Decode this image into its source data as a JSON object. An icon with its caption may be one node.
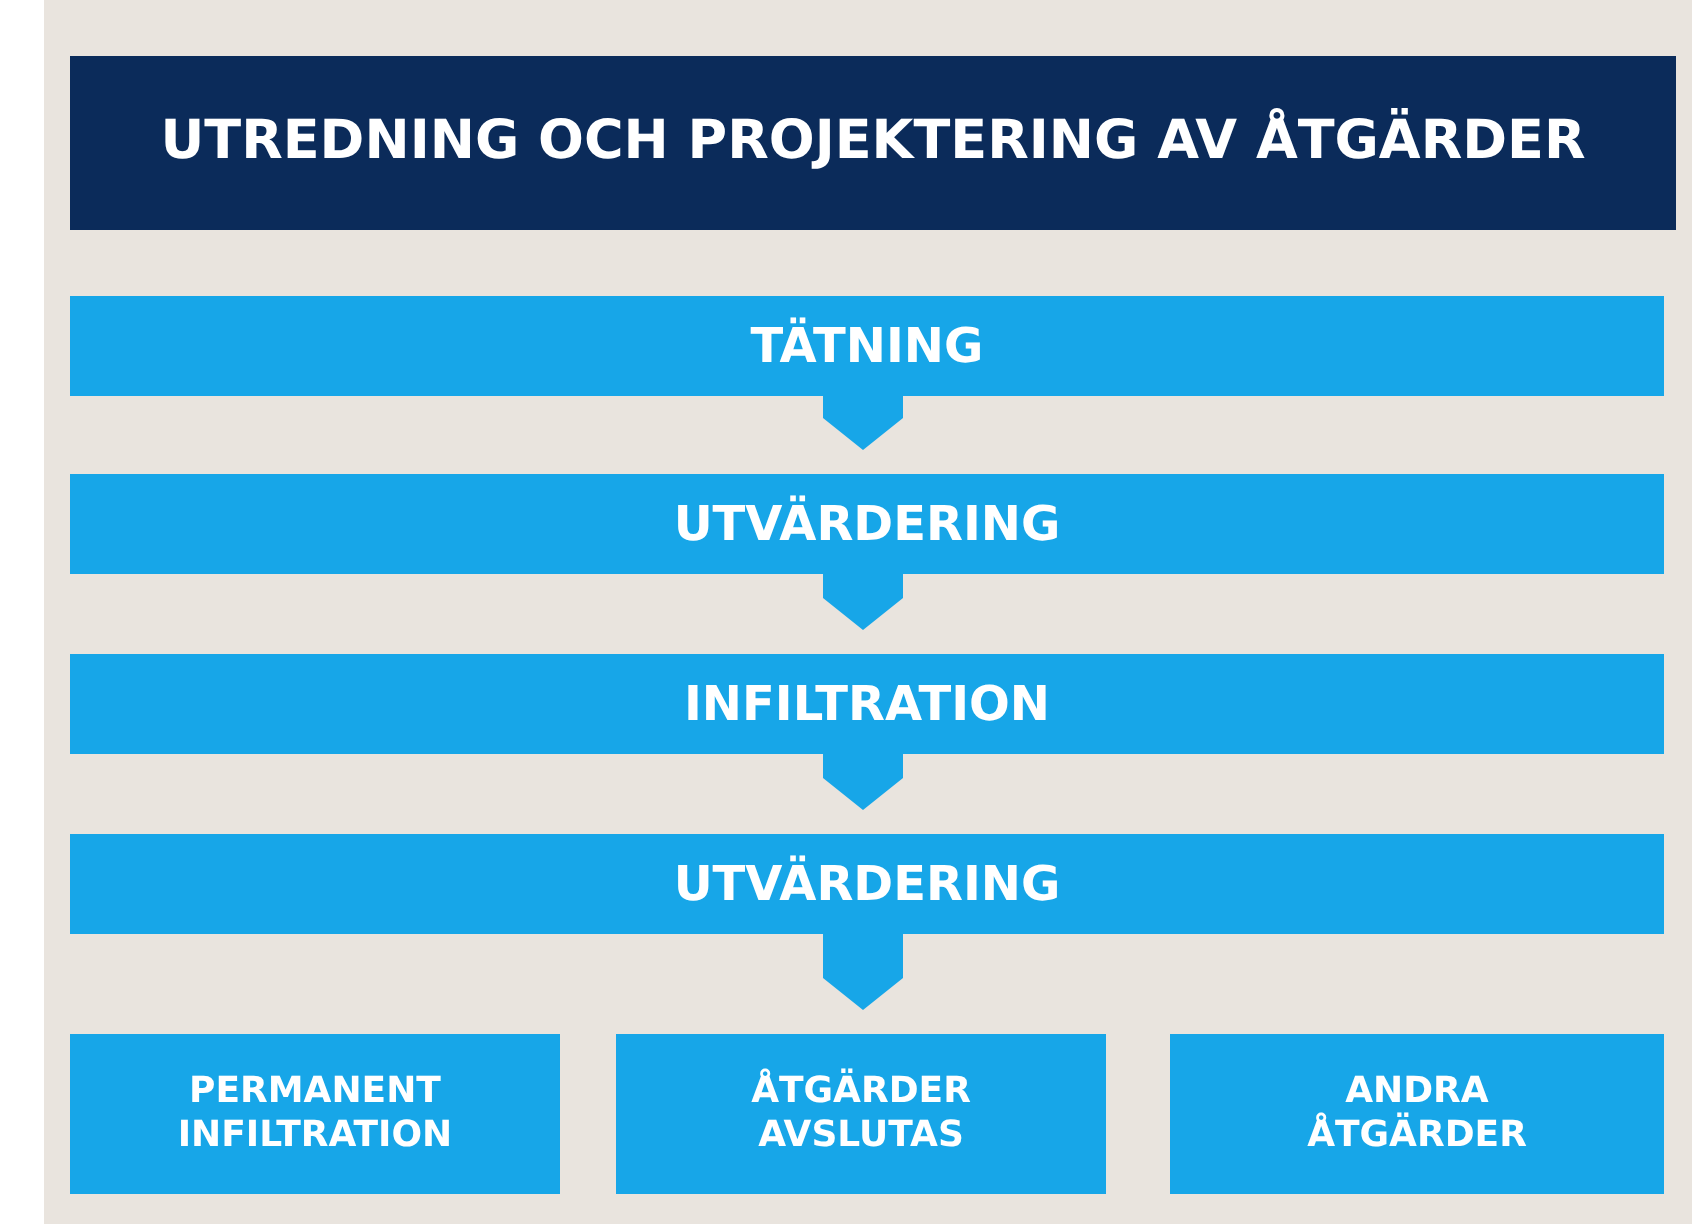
{
  "diagram": {
    "nodes": [
      {
        "text": [
          "UTREDNING OCH PROJEKTERING AV ÅTGÄRDER"
        ]
      },
      {
        "text": [
          "TÄTNING"
        ]
      },
      {
        "text": [
          "UTVÄRDERING"
        ]
      },
      {
        "text": [
          "INFILTRATION"
        ]
      },
      {
        "text": [
          "UTVÄRDERING"
        ]
      },
      {
        "text": [
          "PERMANENT INFILTRATION"
        ]
      },
      {
        "text": [
          "ÅTGÄRDER AVSLUTAS"
        ]
      },
      {
        "text": [
          "ANDRA ÅTGÄRDER"
        ]
      }
    ],
    "edges": [
      {
        "from": 1,
        "to": 2,
        "arrow": "to"
      },
      {
        "from": 2,
        "to": 3,
        "arrow": "to"
      },
      {
        "from": 3,
        "to": 4,
        "arrow": "to"
      },
      {
        "from": 4,
        "to": 6,
        "arrow": "to"
      }
    ]
  }
}
